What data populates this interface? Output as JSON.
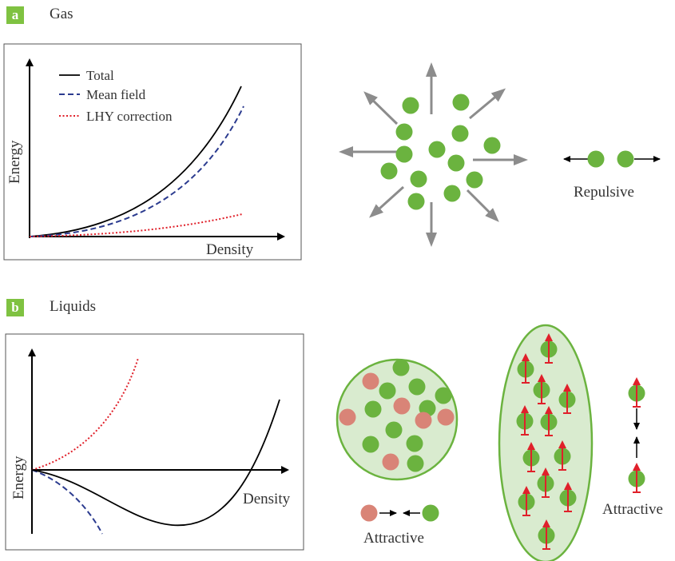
{
  "panel_a": {
    "letter": "a",
    "title": "Gas",
    "ylabel": "Energy",
    "xlabel": "Density",
    "legend": [
      {
        "label": "Total",
        "color": "#000000",
        "style": "solid"
      },
      {
        "label": "Mean field",
        "color": "#2b3b8f",
        "style": "dashed"
      },
      {
        "label": "LHY correction",
        "color": "#e0202a",
        "style": "dotted"
      }
    ],
    "repulsive_label": "Repulsive"
  },
  "panel_b": {
    "letter": "b",
    "title": "Liquids",
    "ylabel": "Energy",
    "xlabel": "Density",
    "attractive_label_mixture": "Attractive",
    "attractive_label_dipolar": "Attractive"
  },
  "colors": {
    "particle_green": "#6bb33f",
    "particle_pink": "#d98477",
    "arrow_gray": "#8c8c8c",
    "dipole_red": "#e0202a",
    "liquid_fill": "#d9ebcf",
    "liquid_border": "#6bb33f",
    "badge": "#7fc241"
  }
}
